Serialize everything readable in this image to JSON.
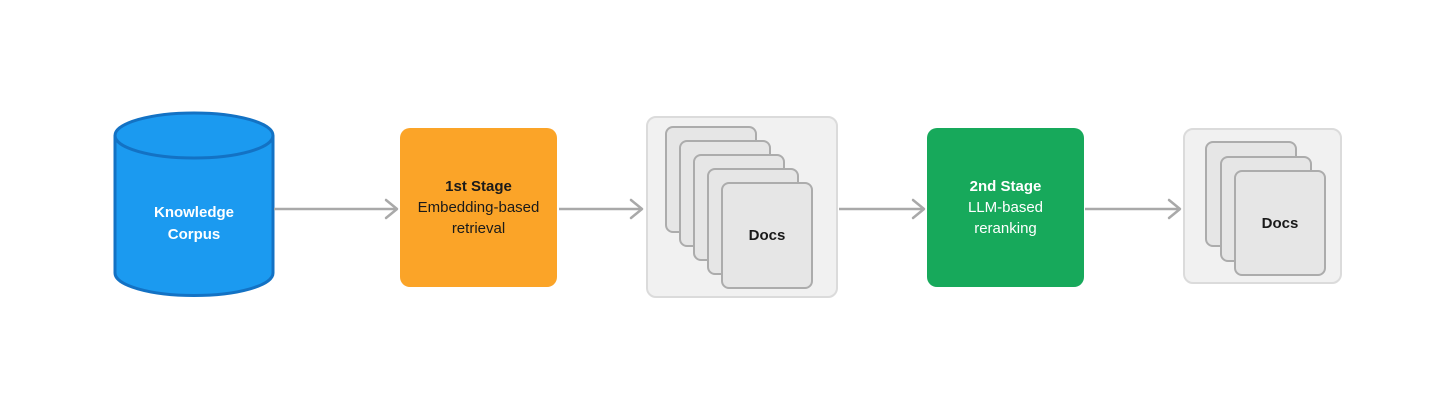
{
  "colors": {
    "background": "#FFFFFF",
    "corpus_fill": "#1B9AF0",
    "corpus_stroke": "#1372C4",
    "corpus_text": "#FFFFFF",
    "stage1_fill": "#FBA428",
    "stage1_text": "#1A1A1A",
    "stage2_fill": "#17A95B",
    "stage2_text": "#FFFFFF",
    "arrow": "#A9A9A9",
    "container_fill": "#F1F1F1",
    "container_border": "#DBDBDB",
    "card_fill": "#E6E6E6",
    "card_border": "#ACACAC",
    "docs_text": "#1A1A1A"
  },
  "nodes": {
    "knowledge_corpus": {
      "shape": "cylinder",
      "lines": [
        "Knowledge",
        "Corpus"
      ]
    },
    "stage1": {
      "title": "1st Stage",
      "subtitle_lines": [
        "Embedding-based",
        "retrieval"
      ]
    },
    "docs_retrieved": {
      "label": "Docs",
      "card_count": 5
    },
    "stage2": {
      "title": "2nd Stage",
      "subtitle_lines": [
        "LLM-based",
        "reranking"
      ]
    },
    "docs_reranked": {
      "label": "Docs",
      "card_count": 3
    }
  },
  "flow": [
    "knowledge_corpus",
    "stage1",
    "docs_retrieved",
    "stage2",
    "docs_reranked"
  ],
  "arrow_count": 4
}
